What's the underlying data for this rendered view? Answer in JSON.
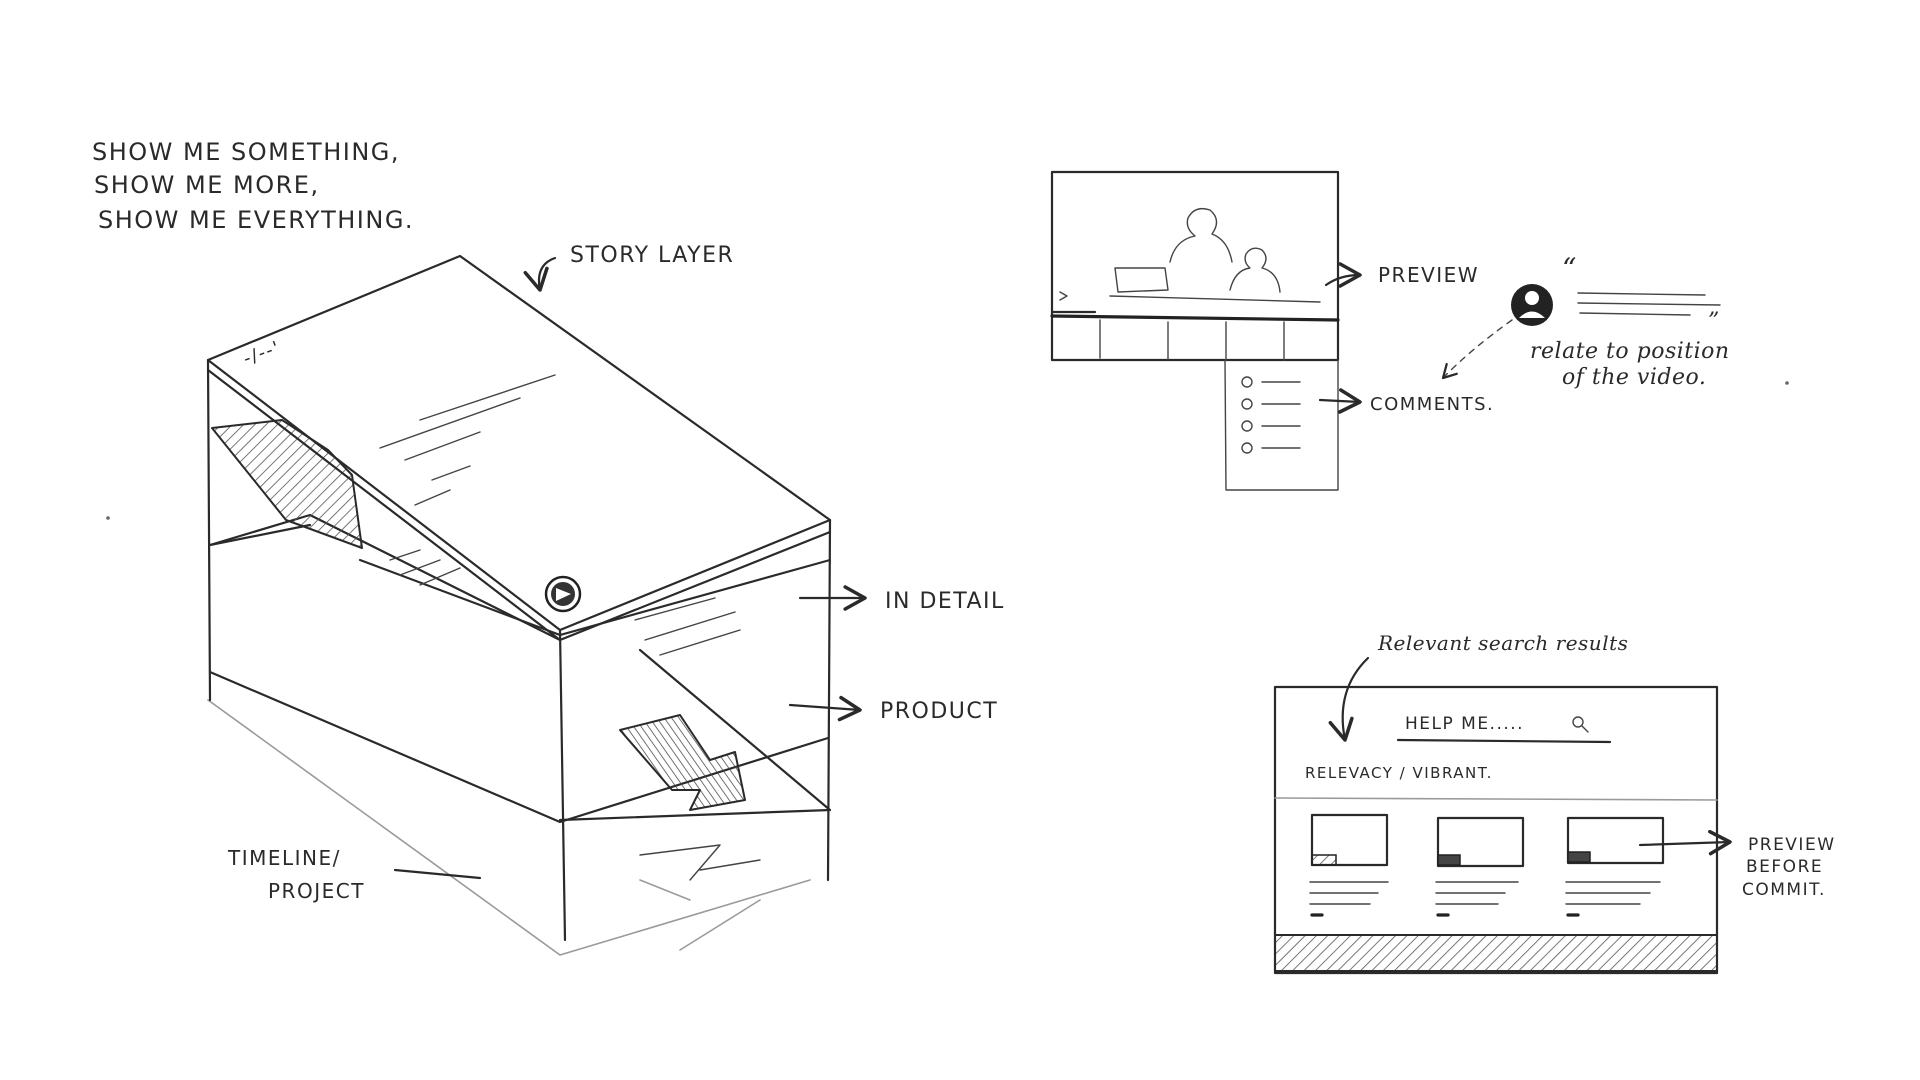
{
  "tagline": [
    "SHOW ME SOMETHING,",
    "SHOW ME MORE,",
    "SHOW ME EVERYTHING."
  ],
  "layers": {
    "story": "STORY LAYER",
    "in_detail": "IN DETAIL",
    "product": "PRODUCT",
    "timeline": [
      "TIMELINE/",
      "PROJECT"
    ],
    "page_mark": "-/--'"
  },
  "video_sketch": {
    "preview_label": "PREVIEW",
    "comments_label": "COMMENTS.",
    "note": [
      "relate to position",
      "of the video."
    ]
  },
  "search_sketch": {
    "annotation": "Relevant search results",
    "search_text": "HELP ME.....",
    "filter_text": "RELEVACY / VIBRANT.",
    "preview_note": [
      "PREVIEW",
      "BEFORE",
      "COMMIT."
    ]
  },
  "icons": {
    "search": "search-icon",
    "play": "play-icon",
    "user": "user-avatar-icon"
  }
}
